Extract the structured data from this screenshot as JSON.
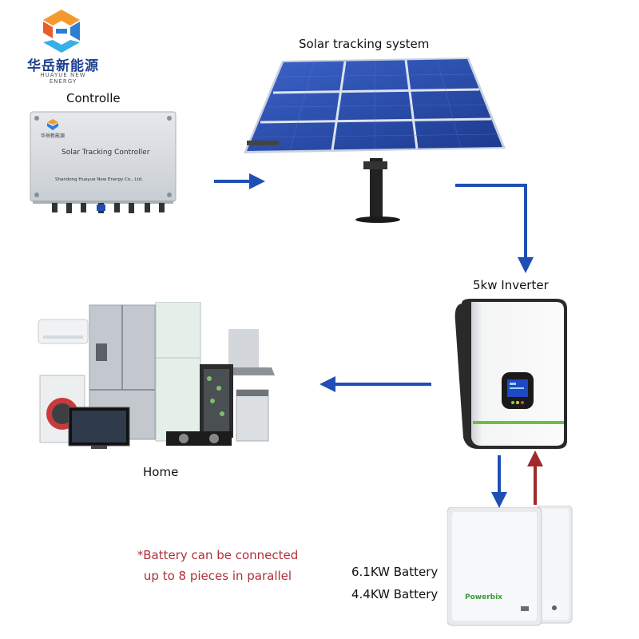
{
  "logo": {
    "name_cn": "华岳新能源",
    "name_en": "HUAYUE NEW ENERGY"
  },
  "labels": {
    "controller": "Controlle",
    "tracker": "Solar tracking system",
    "inverter": "5kw Inverter",
    "home": "Home",
    "battery_1": "6.1KW Battery",
    "battery_2": "4.4KW Battery"
  },
  "note": {
    "line1": "*Battery can be connected",
    "line2": "up to 8 pieces in parallel"
  },
  "controller_box": {
    "title": "Solar Tracking Controller",
    "company": "Shandong Huayue New Energy Co., Ltd.",
    "logo_text": "华岳新能源"
  },
  "battery_box": {
    "brand": "Powerbix"
  },
  "colors": {
    "flow_arrow": "#1f4fb3",
    "return_arrow": "#a02a2a",
    "note_text": "#b0303a",
    "inverter_stripe": "#6fbf3a"
  }
}
